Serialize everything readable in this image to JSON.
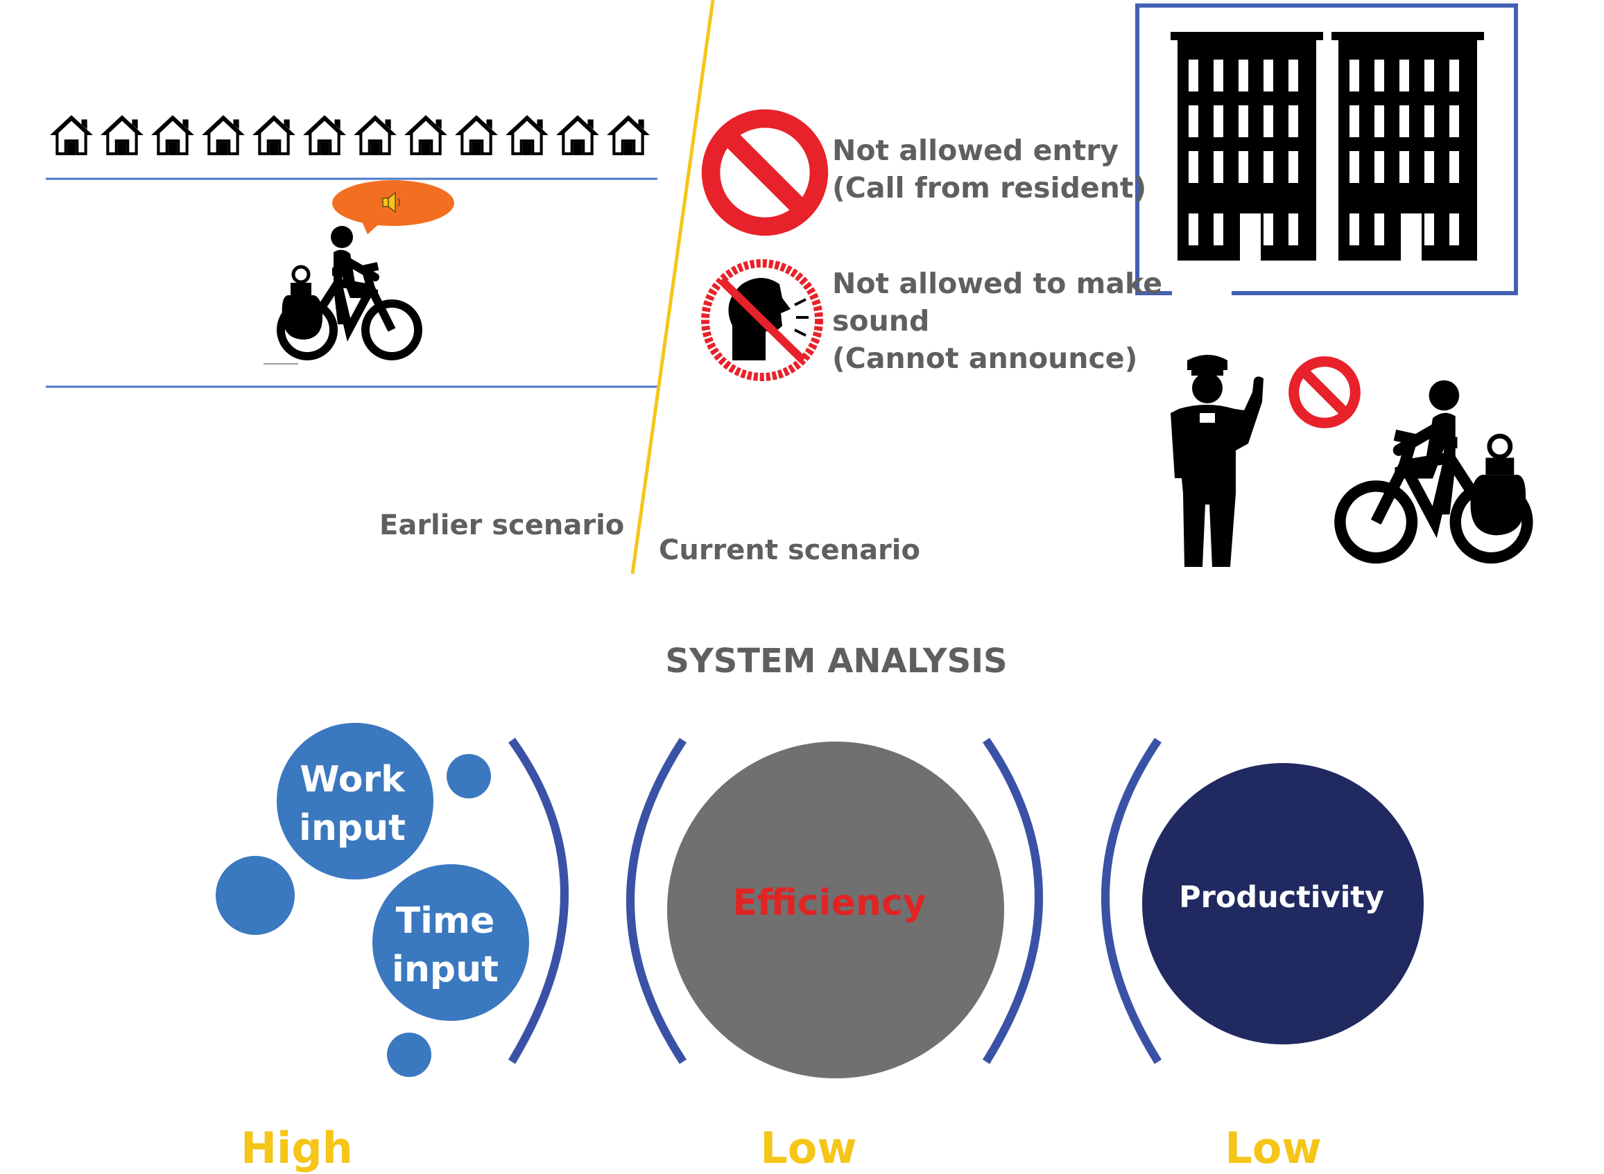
{
  "top": {
    "earlier_label": "Earlier scenario",
    "current_label": "Current scenario",
    "rule_1": "Not allowed entry\n(Call from resident)",
    "rule_2": "Not allowed to make\nsound\n(Cannot announce)"
  },
  "system": {
    "title": "SYSTEM ANALYSIS",
    "work_input": "Work\ninput",
    "time_input": "Time\ninput",
    "efficiency": "Efficiency",
    "productivity": "Productivity",
    "level_input": "High",
    "level_efficiency": "Low",
    "level_productivity": "Low"
  },
  "colors": {
    "accent_yellow": "#f5c518",
    "accent_blue": "#3a78bf",
    "bracket_blue": "#3a52a6",
    "dark_navy": "#202a60",
    "gray_circle": "#707070",
    "efficiency_red": "#e02424",
    "prohibit_red": "#e8222a",
    "speech_orange": "#f26f21",
    "line_blue": "#4a78c8"
  },
  "icons": [
    "house-icon",
    "speaker-icon",
    "cyclist-icon",
    "no-entry-icon",
    "no-speaking-icon",
    "apartment-building-icon",
    "police-officer-icon"
  ]
}
